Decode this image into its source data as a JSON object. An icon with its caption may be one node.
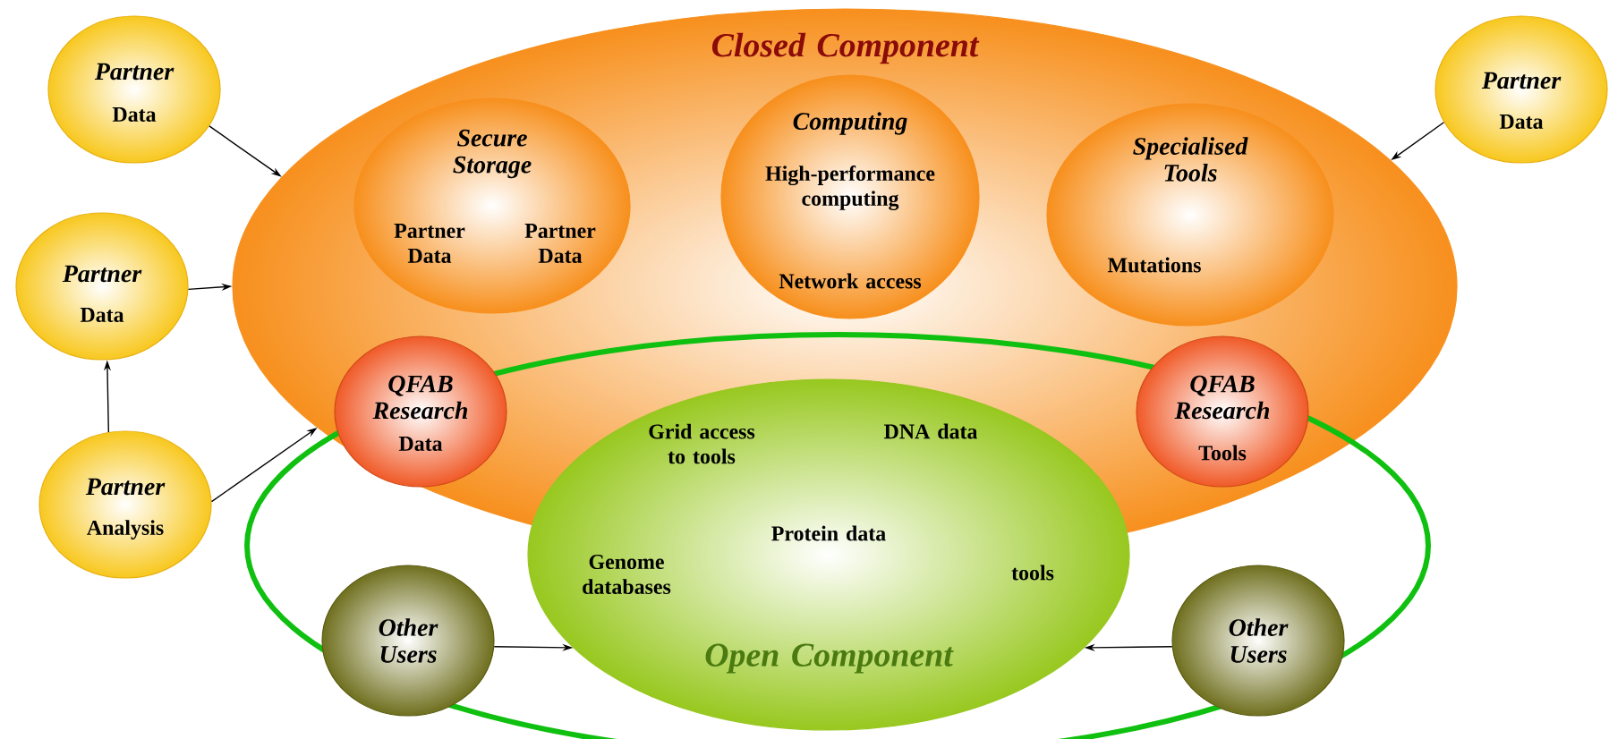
{
  "diagram": {
    "nodes": [
      {
        "text": [
          "Partner",
          "Data"
        ]
      },
      {
        "text": [
          "Closed Component"
        ]
      },
      {
        "text": [
          "Secure Storage",
          "Partner Data",
          "Partner Data"
        ],
        "in": 1
      },
      {
        "text": [
          "Computing",
          "High-performance computing",
          "Network access"
        ],
        "in": 1
      },
      {
        "text": [
          "Specialised Tools",
          "Mutations"
        ],
        "in": 1
      },
      {
        "text": [
          "Partner",
          "Data"
        ]
      },
      {
        "text": [
          "Partner",
          "Data"
        ]
      },
      {
        "text": [
          "QFAB Research",
          "Data"
        ],
        "in": 1
      },
      {
        "text": [
          "QFAB Research",
          "Tools"
        ],
        "in": 1
      },
      {
        "text": [
          "Grid access to tools",
          "DNA data",
          "Genome databases",
          "Protein data",
          "tools",
          "Open Component"
        ]
      },
      {
        "text": [
          "Partner",
          "Analysis"
        ]
      },
      {
        "text": [
          "Other Users"
        ]
      },
      {
        "text": [
          "Other Users"
        ]
      }
    ],
    "edges": [
      {
        "from": 0,
        "to": 1,
        "arrow": "to"
      },
      {
        "from": 5,
        "to": 1,
        "arrow": "to"
      },
      {
        "from": 6,
        "to": 1,
        "arrow": "to"
      },
      {
        "from": 10,
        "to": 6,
        "arrow": "to"
      },
      {
        "from": 10,
        "to": 1,
        "arrow": "to"
      },
      {
        "from": 11,
        "to": 9,
        "arrow": "to"
      },
      {
        "from": 12,
        "to": 9,
        "arrow": "to"
      }
    ]
  }
}
